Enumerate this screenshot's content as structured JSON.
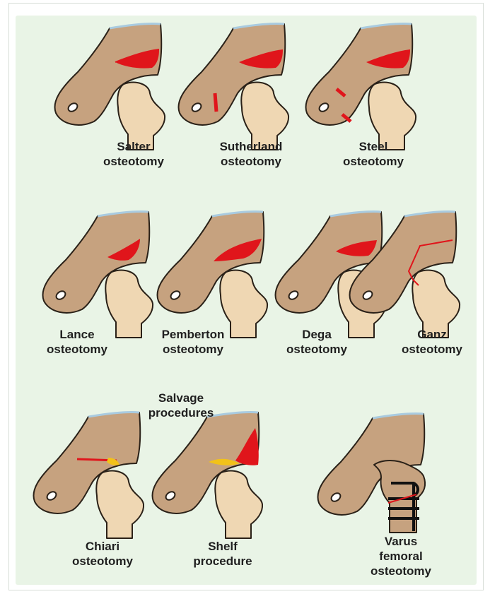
{
  "colors": {
    "background": "#e9f4e6",
    "pelvis": "#c6a27f",
    "femur": "#efd7b3",
    "outline": "#2a2118",
    "cut": "#e0151b",
    "graft": "#f2c21a",
    "fixation": "#111111",
    "top_edge": "#a9cbe0"
  },
  "labels": {
    "salter": [
      "Salter",
      "osteotomy"
    ],
    "sutherland": [
      "Sutherland",
      "osteotomy"
    ],
    "steel": [
      "Steel",
      "osteotomy"
    ],
    "lance": [
      "Lance",
      "osteotomy"
    ],
    "pemberton": [
      "Pemberton",
      "osteotomy"
    ],
    "dega": [
      "Dega",
      "osteotomy"
    ],
    "ganz": [
      "Ganz",
      "osteotomy"
    ],
    "salvage": [
      "Salvage",
      "procedures"
    ],
    "chiari": [
      "Chiari",
      "osteotomy"
    ],
    "shelf": [
      "Shelf",
      "procedure"
    ],
    "varus": [
      "Varus",
      "femoral",
      "osteotomy"
    ]
  }
}
